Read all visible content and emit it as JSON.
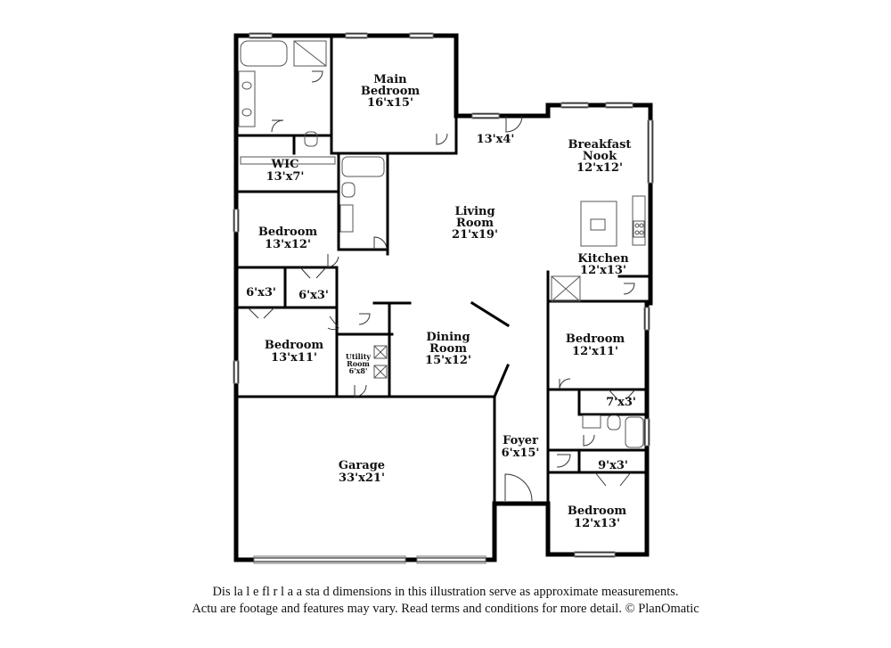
{
  "rooms": {
    "main_bedroom": {
      "name": "Main Bedroom",
      "dim": "16'x15'"
    },
    "wic": {
      "name": "WIC",
      "dim": "13'x7'"
    },
    "hall": {
      "dim": "13'x4'"
    },
    "breakfast_nook": {
      "name": "Breakfast Nook",
      "dim": "12'x12'"
    },
    "living_room": {
      "name": "Living Room",
      "dim": "21'x19'"
    },
    "bedroom_2": {
      "name": "Bedroom",
      "dim": "13'x12'"
    },
    "kitchen": {
      "name": "Kitchen",
      "dim": "12'x13'"
    },
    "closet_a": {
      "dim": "6'x3'"
    },
    "closet_b": {
      "dim": "6'x3'"
    },
    "bedroom_3": {
      "name": "Bedroom",
      "dim": "13'x11'"
    },
    "utility_room": {
      "name": "Utility Room",
      "dim": "6'x8'"
    },
    "dining_room": {
      "name": "Dining Room",
      "dim": "15'x12'"
    },
    "bedroom_4": {
      "name": "Bedroom",
      "dim": "12'x11'"
    },
    "closet_c": {
      "dim": "7'x3'"
    },
    "foyer": {
      "name": "Foyer",
      "dim": "6'x15'"
    },
    "closet_d": {
      "dim": "9'x3'"
    },
    "bedroom_5": {
      "name": "Bedroom",
      "dim": "12'x13'"
    },
    "garage": {
      "name": "Garage",
      "dim": "33'x21'"
    }
  },
  "disclaimer": {
    "line1": "Dis    la      l e fl   r  l a   a   sta   d dimensions in this illustration serve as approximate measurements.",
    "line2": "Actu      are footage and features may vary. Read terms and conditions for more detail. © PlanOmatic"
  }
}
